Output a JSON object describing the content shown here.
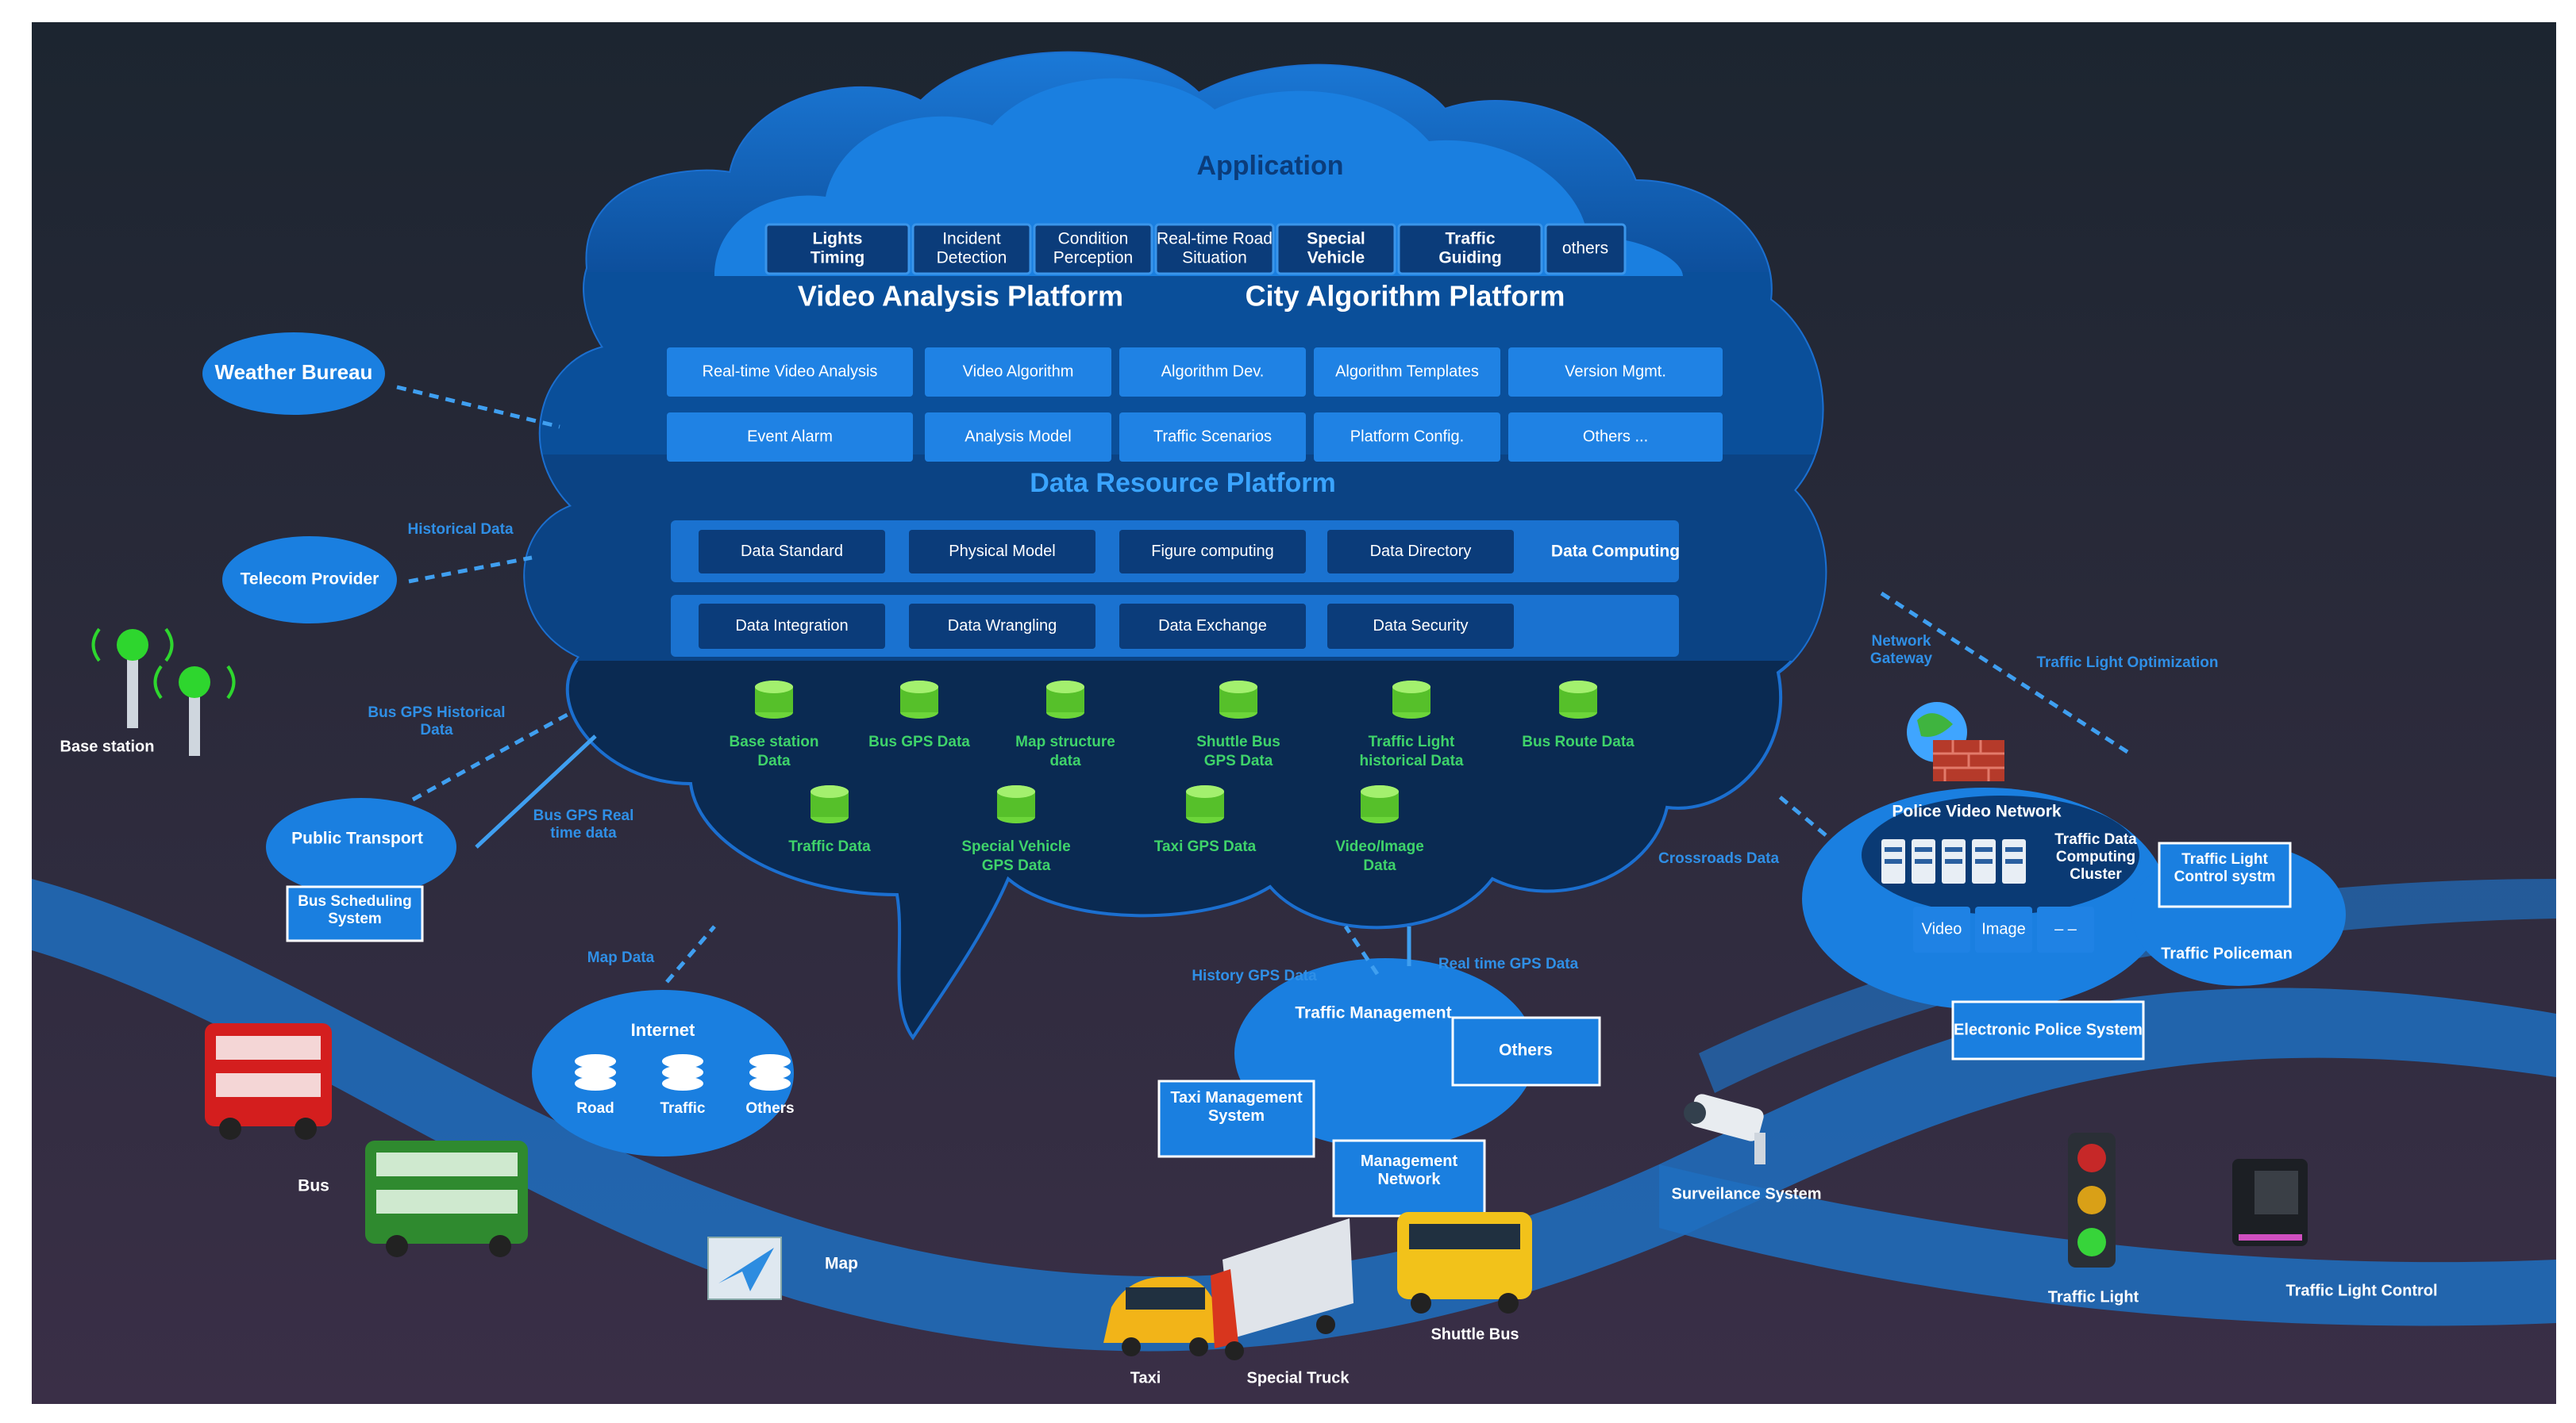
{
  "application": {
    "title": "Application",
    "items": [
      "Lights Timing",
      "Incident Detection",
      "Condition Perception",
      "Real-time Road Situation",
      "Special Vehicle",
      "Traffic Guiding",
      "others"
    ]
  },
  "video_platform": {
    "title": "Video Analysis Platform",
    "items": [
      "Real-time Video Analysis",
      "Video Algorithm",
      "Event Alarm",
      "Analysis Model"
    ]
  },
  "city_platform": {
    "title": "City Algorithm Platform",
    "items": [
      "Algorithm Dev.",
      "Algorithm Templates",
      "Version Mgmt.",
      "Traffic Scenarios",
      "Platform Config.",
      "Others ..."
    ]
  },
  "data_platform": {
    "title": "Data Resource Platform",
    "row1": [
      "Data Standard",
      "Physical Model",
      "Figure computing",
      "Data Directory",
      "Data Computing"
    ],
    "row2": [
      "Data Integration",
      "Data Wrangling",
      "Data Exchange",
      "Data Security"
    ]
  },
  "data_stores": [
    "Base station Data",
    "Bus GPS Data",
    "Map structure data",
    "Shuttle Bus GPS Data",
    "Traffic Light historical Data",
    "Bus Route Data",
    "Traffic Data",
    "Special Vehicle GPS Data",
    "Taxi GPS Data",
    "Video/Image Data"
  ],
  "sources": {
    "weather": "Weather Bureau",
    "telecom": "Telecom Provider",
    "base_station": "Base station",
    "public_transport": "Public Transport",
    "bus_scheduling": "Bus Scheduling System",
    "internet": "Internet",
    "internet_items": [
      "Road",
      "Traffic",
      "Others"
    ],
    "traffic_mgmt": "Traffic Management",
    "traffic_mgmt_others": "Others",
    "taxi_mgmt": "Taxi Management System",
    "mgmt_network": "Management Network"
  },
  "flow_labels": {
    "historical": "Historical Data",
    "bus_gps_hist": "Bus GPS Historical Data",
    "bus_gps_rt": "Bus GPS Real time data",
    "map_data": "Map Data",
    "history_gps": "History GPS Data",
    "realtime_gps": "Real time GPS Data",
    "crossroads": "Crossroads Data",
    "network_gateway": "Network Gateway",
    "tl_optimization": "Traffic Light Optimization"
  },
  "police": {
    "network": "Police Video Network",
    "cluster": "Traffic Data Computing Cluster",
    "tl_control": "Traffic Light Control systm",
    "video": "Video",
    "image": "Image",
    "dash": "– –",
    "policeman": "Traffic Policeman",
    "electronic": "Electronic Police System"
  },
  "street": {
    "bus": "Bus",
    "map": "Map",
    "taxi": "Taxi",
    "truck": "Special Truck",
    "shuttle": "Shuttle Bus",
    "surveillance": "Surveilance System",
    "traffic_light": "Traffic Light",
    "tl_control": "Traffic Light Control"
  },
  "colors": {
    "accent": "#1e8ee8",
    "brain": "#0c2f5e",
    "band": "#0a57a8",
    "road": "#1f6fc0"
  }
}
